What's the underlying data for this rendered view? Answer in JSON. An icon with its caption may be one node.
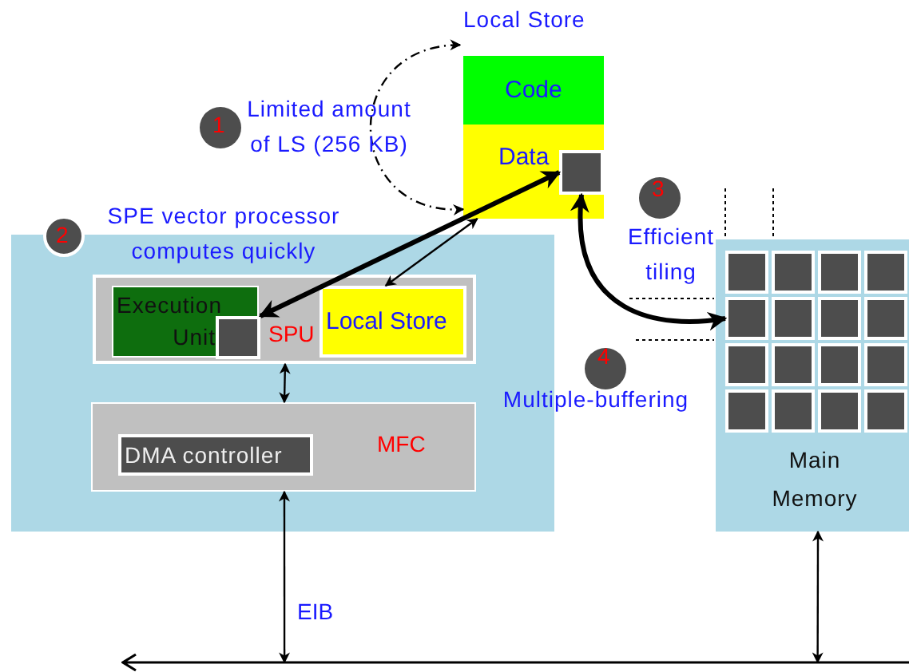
{
  "diagram": {
    "nodes": [
      {
        "text": [
          "Local Store"
        ]
      },
      {
        "text": [
          "Code"
        ],
        "in": 0
      },
      {
        "text": [
          "Data"
        ],
        "in": 0
      },
      {
        "text": [],
        "shape": "box",
        "in": 2
      },
      {
        "text": [
          "1"
        ],
        "beside": [
          "Limited amount of LS (256 KB)"
        ]
      },
      {
        "text": [
          "2"
        ],
        "beside": [
          "SPE vector processor computes quickly"
        ]
      },
      {
        "text": [],
        "shape": "box"
      },
      {
        "text": [
          "SPU"
        ],
        "in": 6
      },
      {
        "text": [
          "Execution Unit"
        ],
        "in": 7
      },
      {
        "text": [],
        "shape": "box",
        "in": 8
      },
      {
        "text": [
          "Local Store"
        ],
        "in": 7
      },
      {
        "text": [
          "MFC"
        ],
        "in": 6
      },
      {
        "text": [
          "DMA controller"
        ],
        "in": 11
      },
      {
        "text": [
          "3"
        ],
        "beside": [
          "Efficient tiling"
        ]
      },
      {
        "text": [
          "4"
        ],
        "beside": [
          "Multiple-buffering"
        ]
      },
      {
        "text": [
          "Main Memory"
        ]
      },
      {
        "text": [],
        "shape": "box",
        "in": 15
      },
      {
        "text": [],
        "shape": "box",
        "in": 15
      },
      {
        "text": [],
        "shape": "box",
        "in": 15
      },
      {
        "text": [],
        "shape": "box",
        "in": 15
      },
      {
        "text": [],
        "shape": "box",
        "in": 15
      },
      {
        "text": [],
        "shape": "box",
        "in": 15
      },
      {
        "text": [],
        "shape": "box",
        "in": 15
      },
      {
        "text": [],
        "shape": "box",
        "in": 15
      },
      {
        "text": [],
        "shape": "box",
        "in": 15
      },
      {
        "text": [],
        "shape": "box",
        "in": 15
      },
      {
        "text": [],
        "shape": "box",
        "in": 15
      },
      {
        "text": [],
        "shape": "box",
        "in": 15
      },
      {
        "text": [],
        "shape": "box",
        "in": 15
      },
      {
        "text": [],
        "shape": "box",
        "in": 15
      },
      {
        "text": [],
        "shape": "box",
        "in": 15
      },
      {
        "text": [],
        "shape": "box",
        "in": 15
      },
      {
        "text": [],
        "shape": "bar"
      }
    ],
    "edges": [
      {
        "from": 0,
        "to": 2,
        "arrow": "both",
        "style": "dashed"
      },
      {
        "from": 9,
        "to": 3,
        "arrow": "both",
        "style": "thick"
      },
      {
        "from": 10,
        "to": 2,
        "arrow": "both"
      },
      {
        "from": 3,
        "to": 20,
        "arrow": "both",
        "style": "thick"
      },
      {
        "from": 7,
        "to": 11,
        "arrow": "both"
      },
      {
        "from": 11,
        "to": 32,
        "arrow": "both",
        "label": "EIB"
      },
      {
        "from": 15,
        "to": 32,
        "arrow": "both"
      }
    ]
  }
}
